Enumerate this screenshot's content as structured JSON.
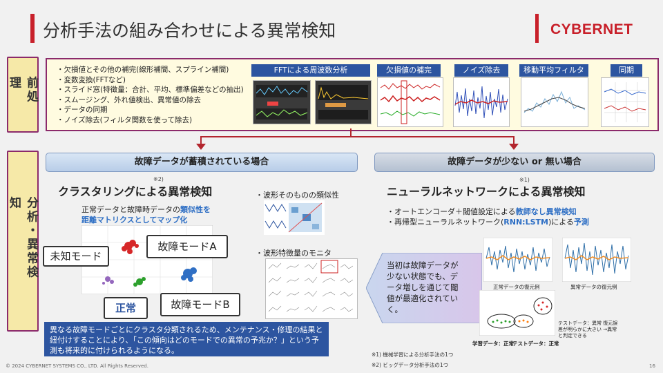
{
  "header": {
    "title": "分析手法の組み合わせによる異常検知",
    "logo": "CYBERNET"
  },
  "side": {
    "preprocess": "前処理",
    "analysis": "分析・異常検知"
  },
  "preprocess": {
    "items": [
      "・欠損値とその他の補完(線形補間、スプライン補間)",
      "・変数変換(FFTなど)",
      "・スライド窓(特徴量：合計、平均、標準偏差などの抽出)",
      "・スムージング、外れ値検出、異常値の除去",
      "・データの同期",
      "・ノイズ除去(フィルタ関数を使って除去)"
    ],
    "pills": {
      "fft": "FFTによる周波数分析",
      "missing": "欠損値の補完",
      "noise": "ノイズ除去",
      "moving_avg": "移動平均フィルタ",
      "sync": "同期"
    }
  },
  "left_case": {
    "header": "故障データが蓄積されている場合",
    "note": "※2)",
    "title": "クラスタリングによる異常検知",
    "desc_line1_a": "正常データと故障時データの",
    "desc_line1_b": "類似性を",
    "desc_line2": "距離マトリクスとしてマップ化",
    "labels": {
      "unknown": "未知モード",
      "faultA": "故障モードA",
      "normal": "正常",
      "faultB": "故障モードB"
    },
    "similarity": "・波形そのものの類似性",
    "monitor": "・波形特徴量のモニタ",
    "bottom_text": "異なる故障モードごとにクラスタ分類されるため、メンテナンス・修理の結果と紐付けすることにより、「この傾向はどのモードでの異常の予兆か？」という予測も将来的に付けられるようになる。"
  },
  "right_case": {
    "header": "故障データが少ない or 無い場合",
    "note": "※1)",
    "title": "ニューラルネットワークによる異常検知",
    "line1_a": "・オートエンコーダ＋閾値設定による",
    "line1_b": "教師なし異常検知",
    "line2_a": "・再帰型ニューラルネットワーク(",
    "line2_b": "RNN:LSTM",
    "line2_c": ")による",
    "line2_d": "予測",
    "chevron_text": "当初は故障データが少ない状態でも、データ増しを通じて閾値が最適化されていく。",
    "plot1_caption": "正常データの復元例",
    "plot2_caption": "異常データの復元例",
    "train_label": "学習データ：正常",
    "test_label": "テストデータ：正常",
    "test_anomaly_note": "テストデータ：異常 復元誤差が明らかに大きい →異常と判定できる"
  },
  "footnotes": {
    "n1": "※1) 機械学習による分析手法の1つ",
    "n2": "※2) ビッグデータ分析手法の1つ"
  },
  "footer": {
    "copyright": "© 2024 CYBERNET SYSTEMS CO., LTD. All Rights Reserved.",
    "page": "16"
  }
}
